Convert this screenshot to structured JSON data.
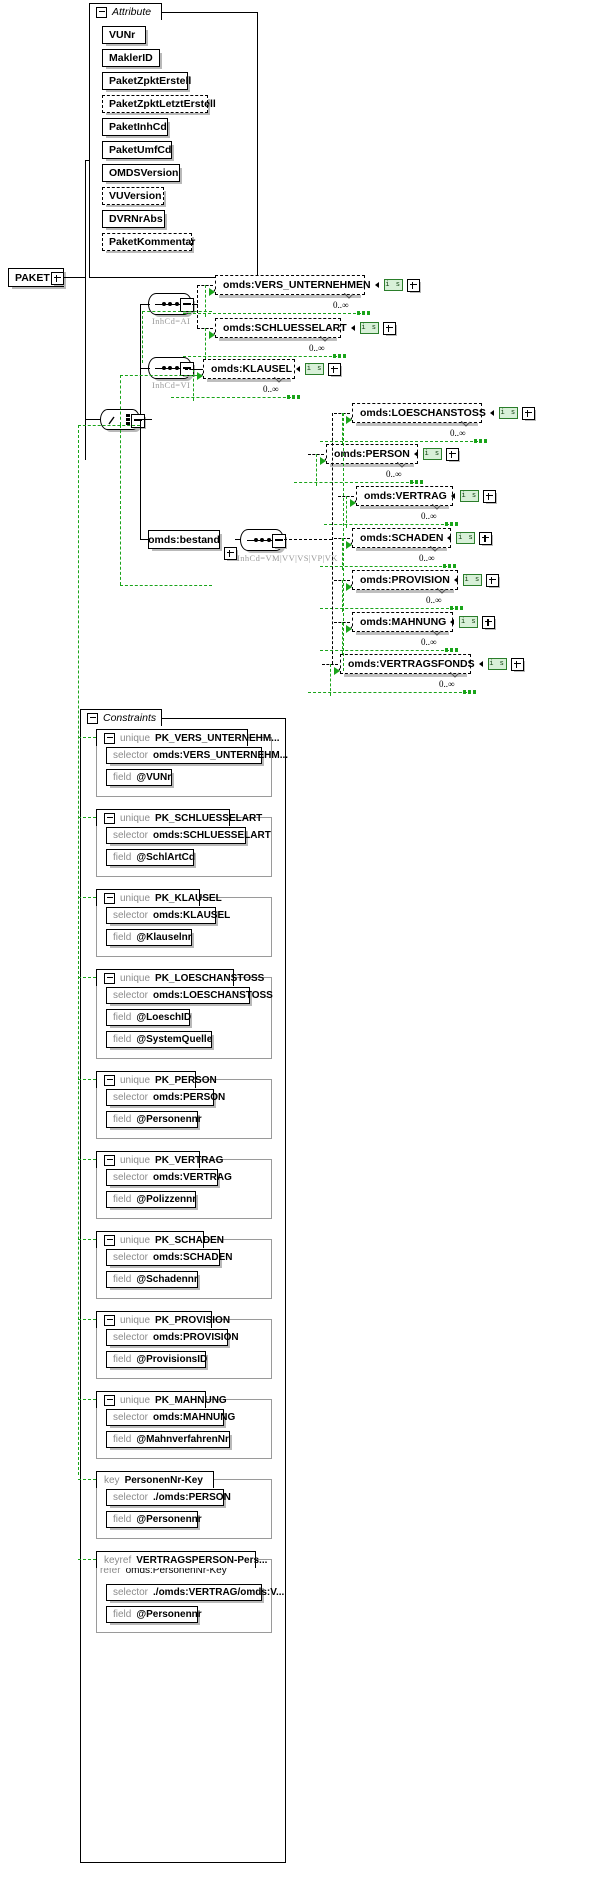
{
  "root": {
    "label": "PAKET"
  },
  "attribute_group": {
    "title": "Attribute",
    "items": [
      {
        "label": "VUNr",
        "optional": false,
        "w": 44
      },
      {
        "label": "MaklerID",
        "optional": false,
        "w": 58
      },
      {
        "label": "PaketZpktErstell",
        "optional": false,
        "w": 86
      },
      {
        "label": "PaketZpktLetztErstell",
        "optional": true,
        "w": 106
      },
      {
        "label": "PaketInhCd",
        "optional": false,
        "w": 66
      },
      {
        "label": "PaketUmfCd",
        "optional": false,
        "w": 70
      },
      {
        "label": "OMDSVersion",
        "optional": false,
        "w": 78
      },
      {
        "label": "VUVersion",
        "optional": true,
        "w": 62
      },
      {
        "label": "DVRNrAbs",
        "optional": false,
        "w": 63
      },
      {
        "label": "PaketKommentar",
        "optional": true,
        "w": 90
      }
    ]
  },
  "content": {
    "sequences": [
      {
        "name": "seq-ai",
        "inhcd": "InhCd=AI"
      },
      {
        "name": "seq-vi",
        "inhcd": "InhCd=VI"
      },
      {
        "name": "seq-bestand",
        "inhcd": "InhCd=VM|VV|VS|VP|VK"
      }
    ],
    "bestand_label": "omds:bestand",
    "badge_text": "i s",
    "occurrence": "0..∞",
    "elements_ai": [
      {
        "label": "omds:VERS_UNTERNEHMEN",
        "w": 150
      },
      {
        "label": "omds:SCHLUESSELART",
        "w": 126
      }
    ],
    "elements_vi": [
      {
        "label": "omds:KLAUSEL",
        "w": 92
      }
    ],
    "elements_bestand": [
      {
        "label": "omds:LOESCHANSTOSS",
        "w": 130
      },
      {
        "label": "omds:PERSON",
        "w": 92
      },
      {
        "label": "omds:VERTRAG",
        "w": 97
      },
      {
        "label": "omds:SCHADEN",
        "w": 99
      },
      {
        "label": "omds:PROVISION",
        "w": 106
      },
      {
        "label": "omds:MAHNUNG",
        "w": 101
      },
      {
        "label": "omds:VERTRAGSFONDS",
        "w": 131
      }
    ]
  },
  "constraints_group": {
    "title": "Constraints",
    "keywords": {
      "unique": "unique",
      "key": "key",
      "keyref": "keyref",
      "selector": "selector",
      "field": "field",
      "refer": "refer"
    },
    "items": [
      {
        "kind": "unique",
        "name": "PK_VERS_UNTERNEHM...",
        "tabw": 152,
        "rows": [
          {
            "kw": "selector",
            "nm": "omds:VERS_UNTERNEHM...",
            "w": 156
          },
          {
            "kw": "field",
            "nm": "@VUNr",
            "w": 66
          }
        ]
      },
      {
        "kind": "unique",
        "name": "PK_SCHLUESSELART",
        "tabw": 134,
        "rows": [
          {
            "kw": "selector",
            "nm": "omds:SCHLUESSELART",
            "w": 140
          },
          {
            "kw": "field",
            "nm": "@SchlArtCd",
            "w": 88
          }
        ]
      },
      {
        "kind": "unique",
        "name": "PK_KLAUSEL",
        "tabw": 104,
        "rows": [
          {
            "kw": "selector",
            "nm": "omds:KLAUSEL",
            "w": 110
          },
          {
            "kw": "field",
            "nm": "@Klauselnr",
            "w": 86
          }
        ]
      },
      {
        "kind": "unique",
        "name": "PK_LOESCHANSTOSS",
        "tabw": 138,
        "rows": [
          {
            "kw": "selector",
            "nm": "omds:LOESCHANSTOSS",
            "w": 144
          },
          {
            "kw": "field",
            "nm": "@LoeschID",
            "w": 84
          },
          {
            "kw": "field",
            "nm": "@SystemQuelle",
            "w": 106
          }
        ]
      },
      {
        "kind": "unique",
        "name": "PK_PERSON",
        "tabw": 100,
        "rows": [
          {
            "kw": "selector",
            "nm": "omds:PERSON",
            "w": 108
          },
          {
            "kw": "field",
            "nm": "@Personennr",
            "w": 92
          }
        ]
      },
      {
        "kind": "unique",
        "name": "PK_VERTRAG",
        "tabw": 104,
        "rows": [
          {
            "kw": "selector",
            "nm": "omds:VERTRAG",
            "w": 112
          },
          {
            "kw": "field",
            "nm": "@Polizzennr",
            "w": 90
          }
        ]
      },
      {
        "kind": "unique",
        "name": "PK_SCHADEN",
        "tabw": 108,
        "rows": [
          {
            "kw": "selector",
            "nm": "omds:SCHADEN",
            "w": 114
          },
          {
            "kw": "field",
            "nm": "@Schadennr",
            "w": 92
          }
        ]
      },
      {
        "kind": "unique",
        "name": "PK_PROVISION",
        "tabw": 116,
        "rows": [
          {
            "kw": "selector",
            "nm": "omds:PROVISION",
            "w": 122
          },
          {
            "kw": "field",
            "nm": "@ProvisionsID",
            "w": 100
          }
        ]
      },
      {
        "kind": "unique",
        "name": "PK_MAHNUNG",
        "tabw": 110,
        "rows": [
          {
            "kw": "selector",
            "nm": "omds:MAHNUNG",
            "w": 118
          },
          {
            "kw": "field",
            "nm": "@MahnverfahrenNr",
            "w": 124
          }
        ]
      },
      {
        "kind": "key",
        "name": "PersonenNr-Key",
        "tabw": 118,
        "rows": [
          {
            "kw": "selector",
            "nm": "./omds:PERSON",
            "w": 118
          },
          {
            "kw": "field",
            "nm": "@Personennr",
            "w": 92
          }
        ]
      },
      {
        "kind": "keyref",
        "name": "VERTRAGSPERSON-Pers...",
        "tabw": 160,
        "refer": {
          "kw": "refer",
          "nm": "omds:PersonenNr-Key"
        },
        "rows": [
          {
            "kw": "selector",
            "nm": "./omds:VERTRAG/omds:V...",
            "w": 156
          },
          {
            "kw": "field",
            "nm": "@Personennr",
            "w": 92
          }
        ]
      }
    ]
  },
  "colors": {
    "green": "#19a419",
    "badge_bg": "#d8f0d8",
    "shadow": "#bfbfbf",
    "muted": "#9a9a9a"
  }
}
